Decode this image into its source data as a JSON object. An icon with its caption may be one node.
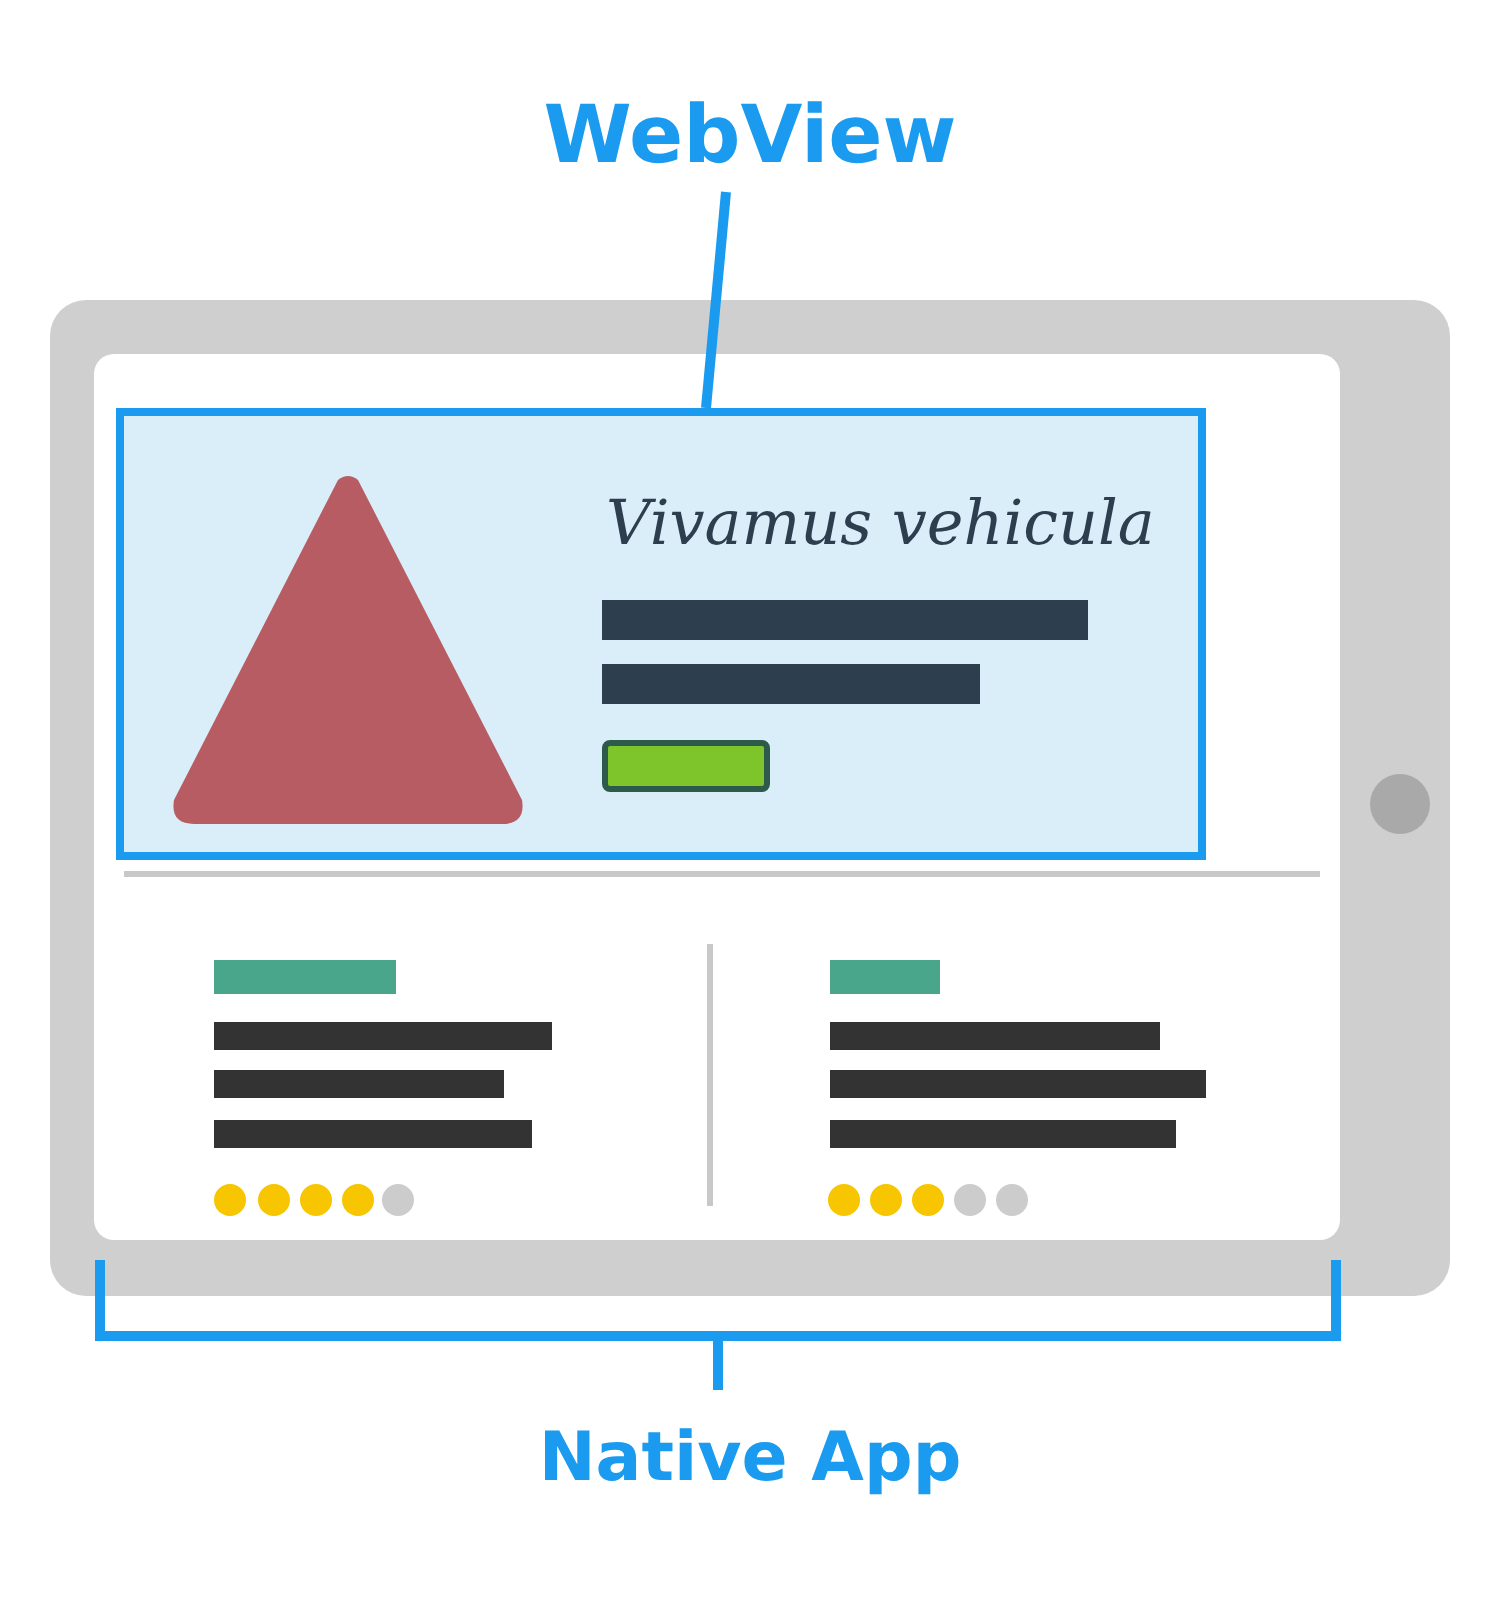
{
  "diagram": {
    "nodes": [
      {
        "text": [
          "WebView"
        ]
      },
      {
        "text": [
          "Vivamus vehicula"
        ]
      }
    ],
    "edges": [
      {
        "from": 0,
        "to": 1,
        "arrow": "none"
      }
    ],
    "labels": [
      "Native App"
    ]
  }
}
